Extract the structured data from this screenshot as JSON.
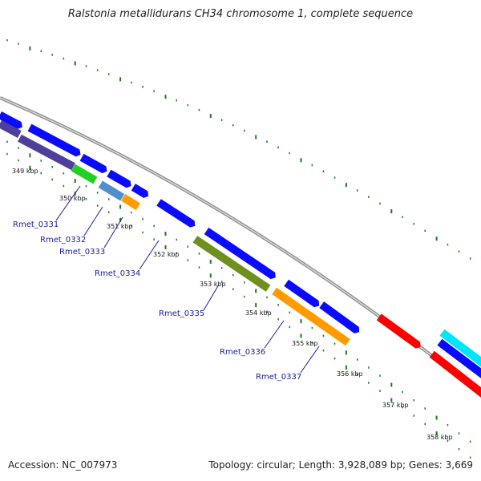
{
  "title": "Ralstonia metallidurans CH34 chromosome 1, complete sequence",
  "footer": {
    "accession": "Accession: NC_007973",
    "summary": "Topology: circular; Length: 3,928,089 bp; Genes: 3,669"
  },
  "colors": {
    "blue": "#0a0aff",
    "red": "#ff0000",
    "orange": "#ff9a00",
    "green": "#22d022",
    "olive": "#6f8f1f",
    "purple": "#4f3f9a",
    "steelblue": "#4f8fd0",
    "cyan": "#00e5ff",
    "tick": "#1a7a1a",
    "backbone": "#8a8a8a",
    "gene_label": "#1a1a9a"
  },
  "ticks": [
    {
      "label": "349 kbp"
    },
    {
      "label": "350 kbp"
    },
    {
      "label": "351 kbp"
    },
    {
      "label": "352 kbp"
    },
    {
      "label": "353 kbp"
    },
    {
      "label": "354 kbp"
    },
    {
      "label": "355 kbp"
    },
    {
      "label": "356 kbp"
    },
    {
      "label": "357 kbp"
    },
    {
      "label": "358 kbp"
    }
  ],
  "genes": [
    {
      "name": "Rmet_0331"
    },
    {
      "name": "Rmet_0332"
    },
    {
      "name": "Rmet_0333"
    },
    {
      "name": "Rmet_0334"
    },
    {
      "name": "Rmet_0335"
    },
    {
      "name": "Rmet_0336"
    },
    {
      "name": "Rmet_0337"
    }
  ]
}
